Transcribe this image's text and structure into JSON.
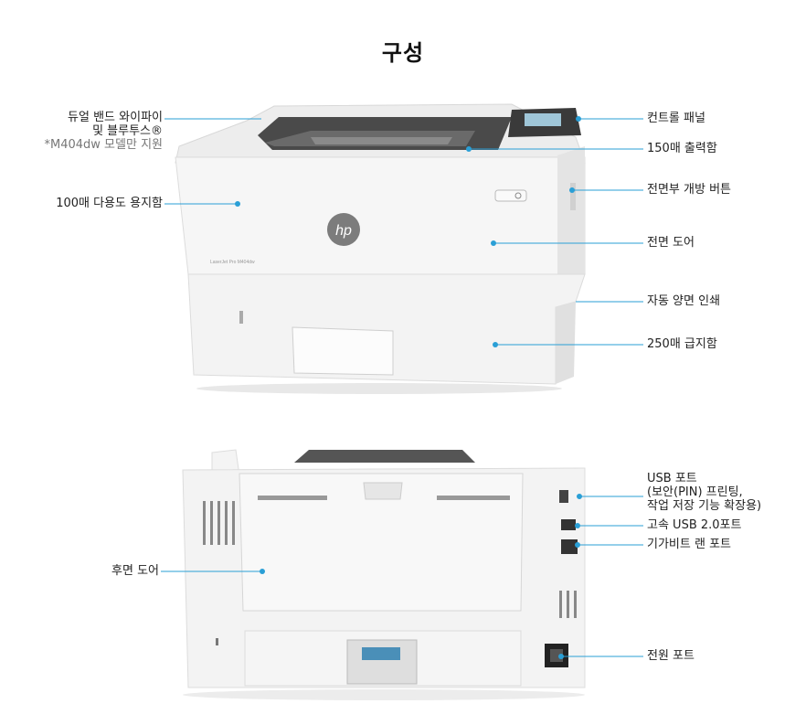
{
  "title": "구성",
  "front_callouts": {
    "wifi_line1": "듀얼 밴드 와이파이",
    "wifi_line2": "및 블루투스®",
    "wifi_note": "*M404dw 모델만 지원",
    "tray100": "100매 다용도 용지함",
    "control_panel": "컨트롤 패널",
    "output150": "150매 출력함",
    "front_open_button": "전면부 개방 버튼",
    "front_door": "전면 도어",
    "duplex": "자동 양면 인쇄",
    "tray250": "250매 급지함"
  },
  "rear_callouts": {
    "usb_port_line1": "USB 포트",
    "usb_port_line2": "(보안(PIN) 프린팅,",
    "usb_port_line3": "작업 저장 기능 확장용)",
    "hispeed_usb": "고속 USB 2.0포트",
    "gigabit": "기가비트 랜 포트",
    "rear_door": "후면 도어",
    "power": "전원 포트"
  },
  "printer": {
    "model_text": "LaserJet Pro M404dw",
    "logo": "hp"
  },
  "colors": {
    "callout": "#2a9fd6",
    "body": "#f2f2f2",
    "body_shade": "#e2e2e2",
    "dark": "#3a3a3a"
  }
}
